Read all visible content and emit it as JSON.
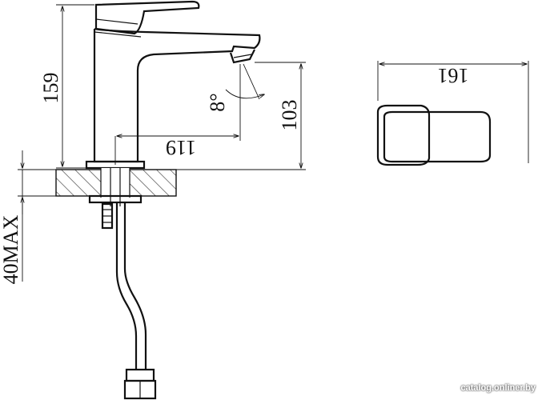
{
  "dimensions": {
    "height_total": "159",
    "height_spout": "103",
    "reach": "119",
    "angle": "8°",
    "handle_width": "161",
    "mount_max": "40MAX"
  },
  "watermark": "catalog.onliner.by"
}
